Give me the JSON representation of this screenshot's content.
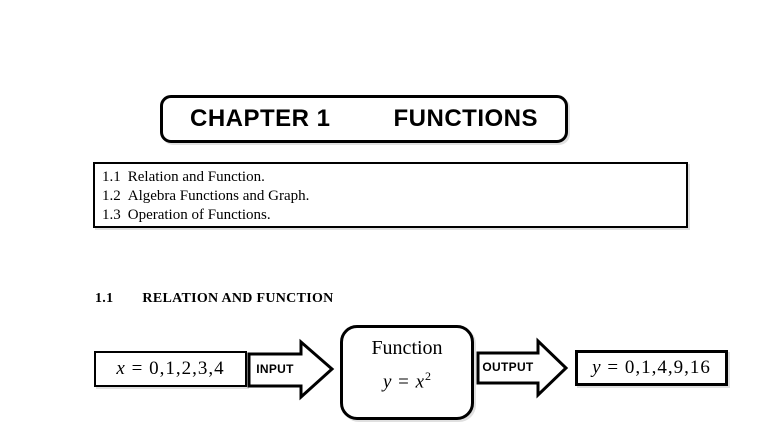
{
  "title_banner": {
    "part1": "CHAPTER 1",
    "part2": "FUNCTIONS"
  },
  "toc": {
    "items": [
      {
        "num": "1.1",
        "label": "Relation and Function."
      },
      {
        "num": "1.2",
        "label": "Algebra Functions and Graph."
      },
      {
        "num": "1.3",
        "label": "Operation of Functions."
      }
    ]
  },
  "section_heading": {
    "num": "1.1",
    "title": "RELATION AND FUNCTION"
  },
  "diagram": {
    "input_box": {
      "lhs": "x",
      "rhs": " = 0,1,2,3,4"
    },
    "input_arrow_label": "INPUT",
    "function_box": {
      "title": "Function",
      "formula": {
        "lhs": "y",
        "eq": " = ",
        "base": "x",
        "exponent": "2"
      }
    },
    "output_arrow_label": "OUTPUT",
    "output_box": {
      "lhs": "y",
      "rhs": " = 0,1,4,9,16"
    }
  },
  "colors": {
    "ink": "#000000",
    "paper": "#ffffff"
  }
}
